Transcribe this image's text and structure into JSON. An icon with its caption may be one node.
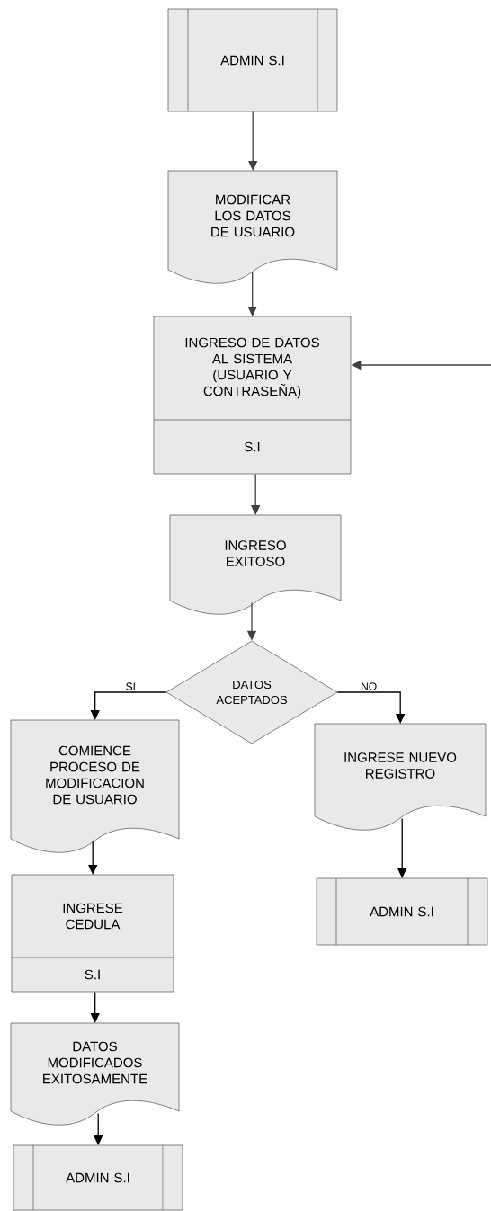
{
  "diagram": {
    "nodes": [
      {
        "text": [
          "ADMIN S.I"
        ]
      },
      {
        "text": [
          "MODIFICAR LOS DATOS DE USUARIO"
        ]
      },
      {
        "text": [
          "INGRESO DE DATOS AL SISTEMA (USUARIO Y CONTRASEÑA)",
          "S.I"
        ]
      },
      {
        "text": [
          "INGRESO EXITOSO"
        ]
      },
      {
        "text": [
          "DATOS ACEPTADOS"
        ]
      },
      {
        "text": [
          "COMIENCE PROCESO DE MODIFICACION DE USUARIO"
        ]
      },
      {
        "text": [
          "INGRESE NUEVO REGISTRO"
        ]
      },
      {
        "text": [
          "INGRESE CEDULA",
          "S.I"
        ]
      },
      {
        "text": [
          "DATOS MODIFICADOS EXITOSAMENTE"
        ]
      },
      {
        "text": [
          "ADMIN S.I"
        ]
      },
      {
        "text": [
          "ADMIN S.I"
        ]
      }
    ],
    "edges": [
      {
        "from": 0,
        "to": 1,
        "arrow": "to",
        "color": "#404040"
      },
      {
        "from": 1,
        "to": 2,
        "arrow": "to",
        "color": "#404040"
      },
      {
        "from": null,
        "to": 2,
        "arrow": "to",
        "color": "#404040"
      },
      {
        "from": 2,
        "to": 3,
        "arrow": "to",
        "color": "#404040"
      },
      {
        "from": 3,
        "to": 4,
        "arrow": "to",
        "color": "#404040"
      },
      {
        "from": 4,
        "to": 5,
        "arrow": "to",
        "label": "SI"
      },
      {
        "from": 4,
        "to": 6,
        "arrow": "to",
        "label": "NO"
      },
      {
        "from": 5,
        "to": 7,
        "arrow": "to"
      },
      {
        "from": 6,
        "to": 10,
        "arrow": "to"
      },
      {
        "from": 7,
        "to": 8,
        "arrow": "to"
      },
      {
        "from": 8,
        "to": 9,
        "arrow": "to"
      }
    ]
  }
}
